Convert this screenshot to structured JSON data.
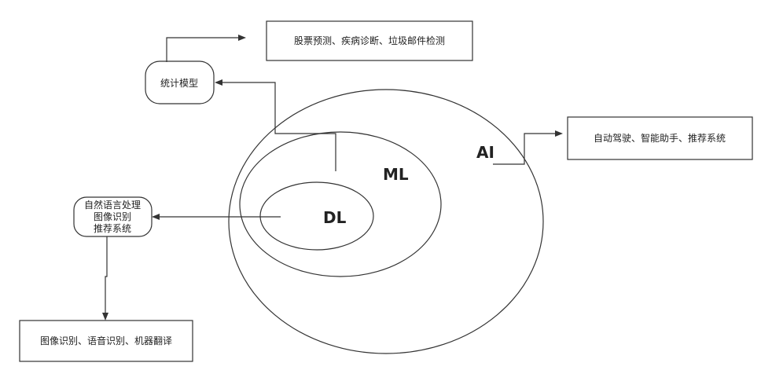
{
  "nodes": {
    "ai": {
      "label": "AI"
    },
    "ml": {
      "label": "ML"
    },
    "dl": {
      "label": "DL"
    },
    "statistical_models": {
      "label": "统计模型"
    },
    "nlp_node": {
      "lines": [
        "自然语言处理",
        "图像识别",
        "推荐系统"
      ]
    }
  },
  "applications": {
    "statistical": "股票预测、疾病诊断、垃圾邮件检测",
    "ai": "自动驾驶、智能助手、推荐系统",
    "dl": "图像识别、语音识别、机器翻译"
  }
}
